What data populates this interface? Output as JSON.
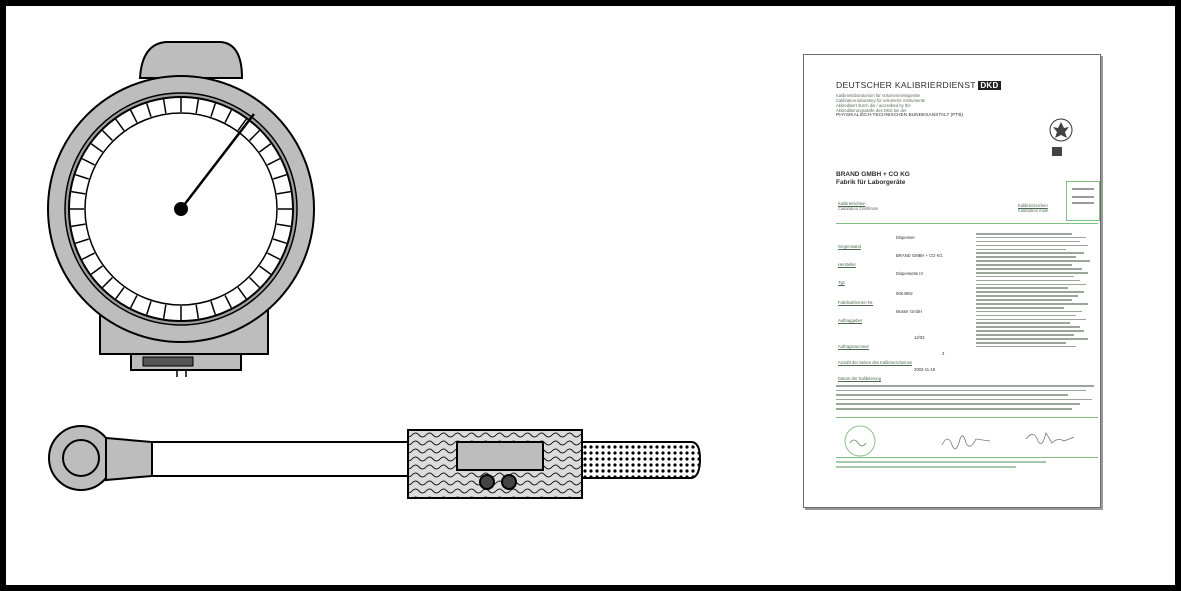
{
  "certificate": {
    "service_name": "DEUTSCHER KALIBRIERDIENST",
    "service_badge": "DKD",
    "accreditation_lines": [
      "Kalibrierlaboratorium für Volumenmessgeräte",
      "Calibration laboratory for volumetric instruments",
      "Akkreditiert durch die / accredited by the",
      "Akkreditierungsstelle des DKD bei der",
      "PHYSIKALISCH-TECHNISCHEN BUNDESANSTALT (PTB)"
    ],
    "lab_name": "BRAND GMBH + CO KG",
    "lab_subtitle": "Fabrik für Laborgeräte",
    "cert_heading": "Kalibrierschein",
    "cert_heading_en": "Calibration Certificate",
    "cert_mark_label": "Kalibrierzeichen",
    "cert_mark_label_en": "Calibration mark",
    "fields": [
      {
        "label": "Gegenstand",
        "value": "Dispenser"
      },
      {
        "label": "Hersteller",
        "value": "BRAND GMBH + CO KG"
      },
      {
        "label": "Typ",
        "value": "Dispensette III"
      },
      {
        "label": "Fabrikat/Serien-Nr.",
        "value": "06K3602"
      },
      {
        "label": "Auftraggeber",
        "value": "Muster GmbH"
      },
      {
        "label": "Auftragsnummer",
        "value": "12/03"
      },
      {
        "label": "Anzahl der Seiten des Kalibrierscheines",
        "value": "3"
      },
      {
        "label": "Datum der Kalibrierung",
        "value": "2003-11-19"
      }
    ]
  }
}
